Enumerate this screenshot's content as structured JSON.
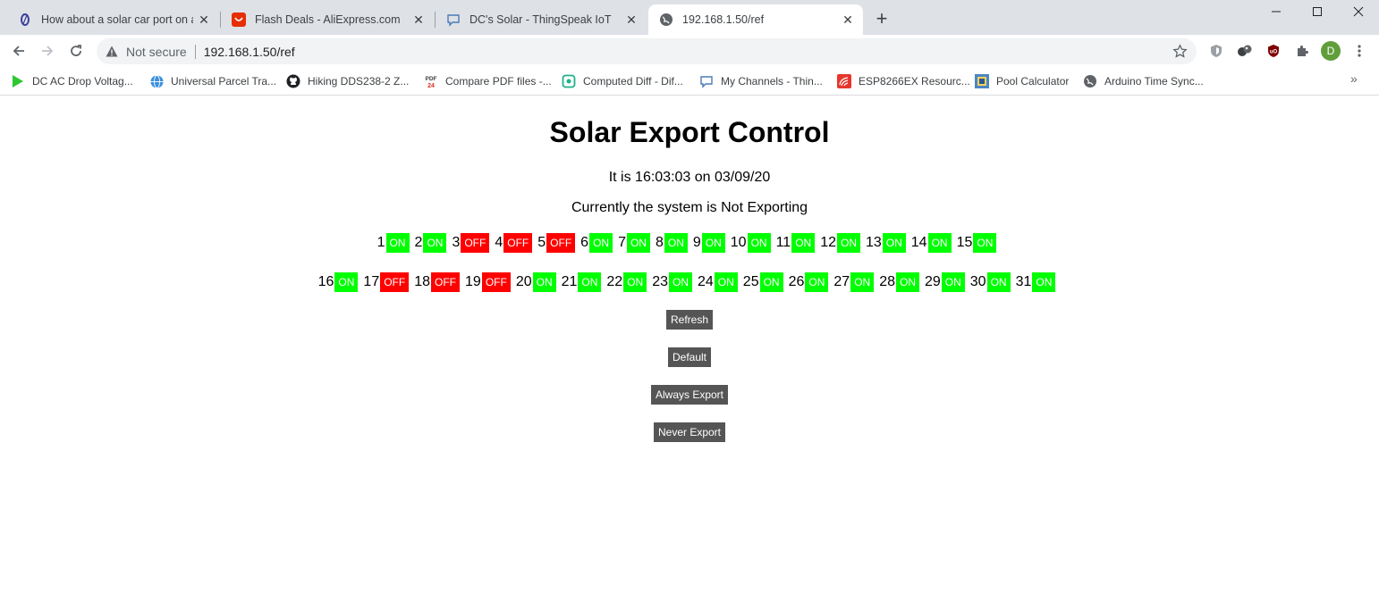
{
  "browser": {
    "tabs": [
      {
        "title": "How about a solar car port on a l",
        "icon": "opera-icon"
      },
      {
        "title": "Flash Deals - AliExpress.com",
        "icon": "aliexpress-icon"
      },
      {
        "title": "DC's Solar - ThingSpeak IoT",
        "icon": "chat-icon"
      },
      {
        "title": "192.168.1.50/ref",
        "icon": "globe-icon",
        "active": true
      }
    ],
    "omnibox": {
      "security_label": "Not secure",
      "url": "192.168.1.50/ref"
    },
    "profile_initial": "D",
    "bookmarks": [
      {
        "label": "DC AC Drop Voltag...",
        "icon": "play-icon"
      },
      {
        "label": "Universal Parcel Tra...",
        "icon": "globe-blue-icon"
      },
      {
        "label": "Hiking DDS238-2 Z...",
        "icon": "github-icon"
      },
      {
        "label": "Compare PDF files -...",
        "icon": "pdf-icon"
      },
      {
        "label": "Computed Diff - Dif...",
        "icon": "diff-icon"
      },
      {
        "label": "My Channels - Thin...",
        "icon": "chat-icon"
      },
      {
        "label": "ESP8266EX Resourc...",
        "icon": "espressif-icon"
      },
      {
        "label": "Pool Calculator",
        "icon": "pool-icon"
      },
      {
        "label": "Arduino Time Sync...",
        "icon": "globe-icon"
      }
    ]
  },
  "page": {
    "title": "Solar Export Control",
    "time_text": "It is 16:03:03 on 03/09/20",
    "status_text": "Currently the system is Not Exporting",
    "days_row1": [
      {
        "day": "1",
        "state": "ON"
      },
      {
        "day": "2",
        "state": "ON"
      },
      {
        "day": "3",
        "state": "OFF"
      },
      {
        "day": "4",
        "state": "OFF"
      },
      {
        "day": "5",
        "state": "OFF"
      },
      {
        "day": "6",
        "state": "ON"
      },
      {
        "day": "7",
        "state": "ON"
      },
      {
        "day": "8",
        "state": "ON"
      },
      {
        "day": "9",
        "state": "ON"
      },
      {
        "day": "10",
        "state": "ON"
      },
      {
        "day": "11",
        "state": "ON"
      },
      {
        "day": "12",
        "state": "ON"
      },
      {
        "day": "13",
        "state": "ON"
      },
      {
        "day": "14",
        "state": "ON"
      },
      {
        "day": "15",
        "state": "ON"
      }
    ],
    "days_row2": [
      {
        "day": "16",
        "state": "ON"
      },
      {
        "day": "17",
        "state": "OFF"
      },
      {
        "day": "18",
        "state": "OFF"
      },
      {
        "day": "19",
        "state": "OFF"
      },
      {
        "day": "20",
        "state": "ON"
      },
      {
        "day": "21",
        "state": "ON"
      },
      {
        "day": "22",
        "state": "ON"
      },
      {
        "day": "23",
        "state": "ON"
      },
      {
        "day": "24",
        "state": "ON"
      },
      {
        "day": "25",
        "state": "ON"
      },
      {
        "day": "26",
        "state": "ON"
      },
      {
        "day": "27",
        "state": "ON"
      },
      {
        "day": "28",
        "state": "ON"
      },
      {
        "day": "29",
        "state": "ON"
      },
      {
        "day": "30",
        "state": "ON"
      },
      {
        "day": "31",
        "state": "ON"
      }
    ],
    "buttons": {
      "refresh": "Refresh",
      "default": "Default",
      "always_export": "Always Export",
      "never_export": "Never Export"
    },
    "colors": {
      "on": "#00ff00",
      "off": "#ff0000",
      "button": "#555555"
    }
  }
}
